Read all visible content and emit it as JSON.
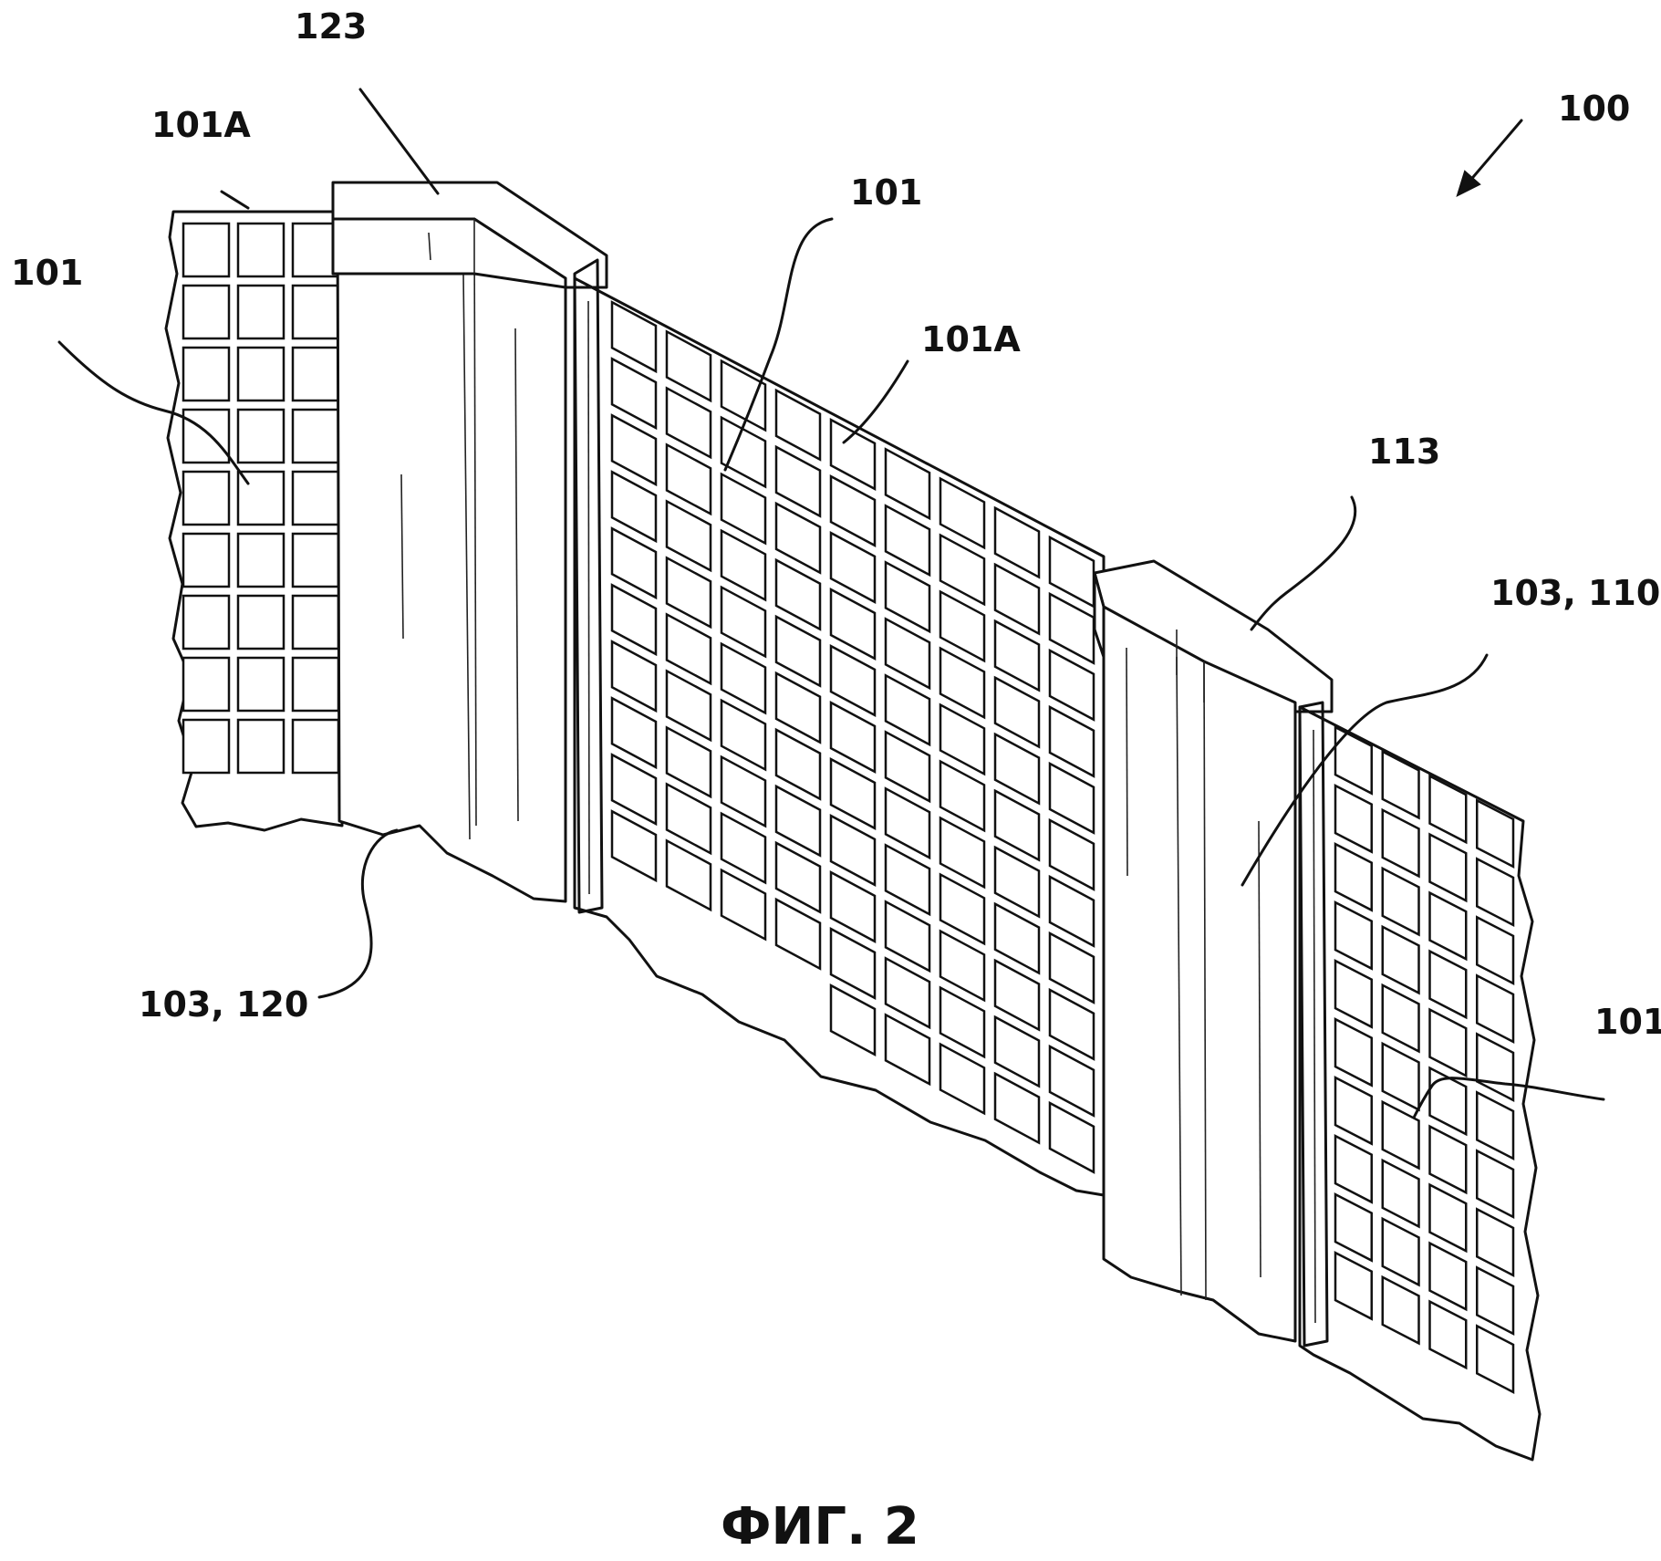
{
  "figure": {
    "caption": "ФИГ. 2",
    "labels": {
      "assembly": "100",
      "cap_left": "123",
      "panel_edge_top_left": "101A",
      "panel_left": "101",
      "panel_middle": "101",
      "panel_edge_middle": "101A",
      "cap_right": "113",
      "post_right": "103, 110",
      "post_left": "103, 120",
      "panel_right": "101"
    }
  }
}
